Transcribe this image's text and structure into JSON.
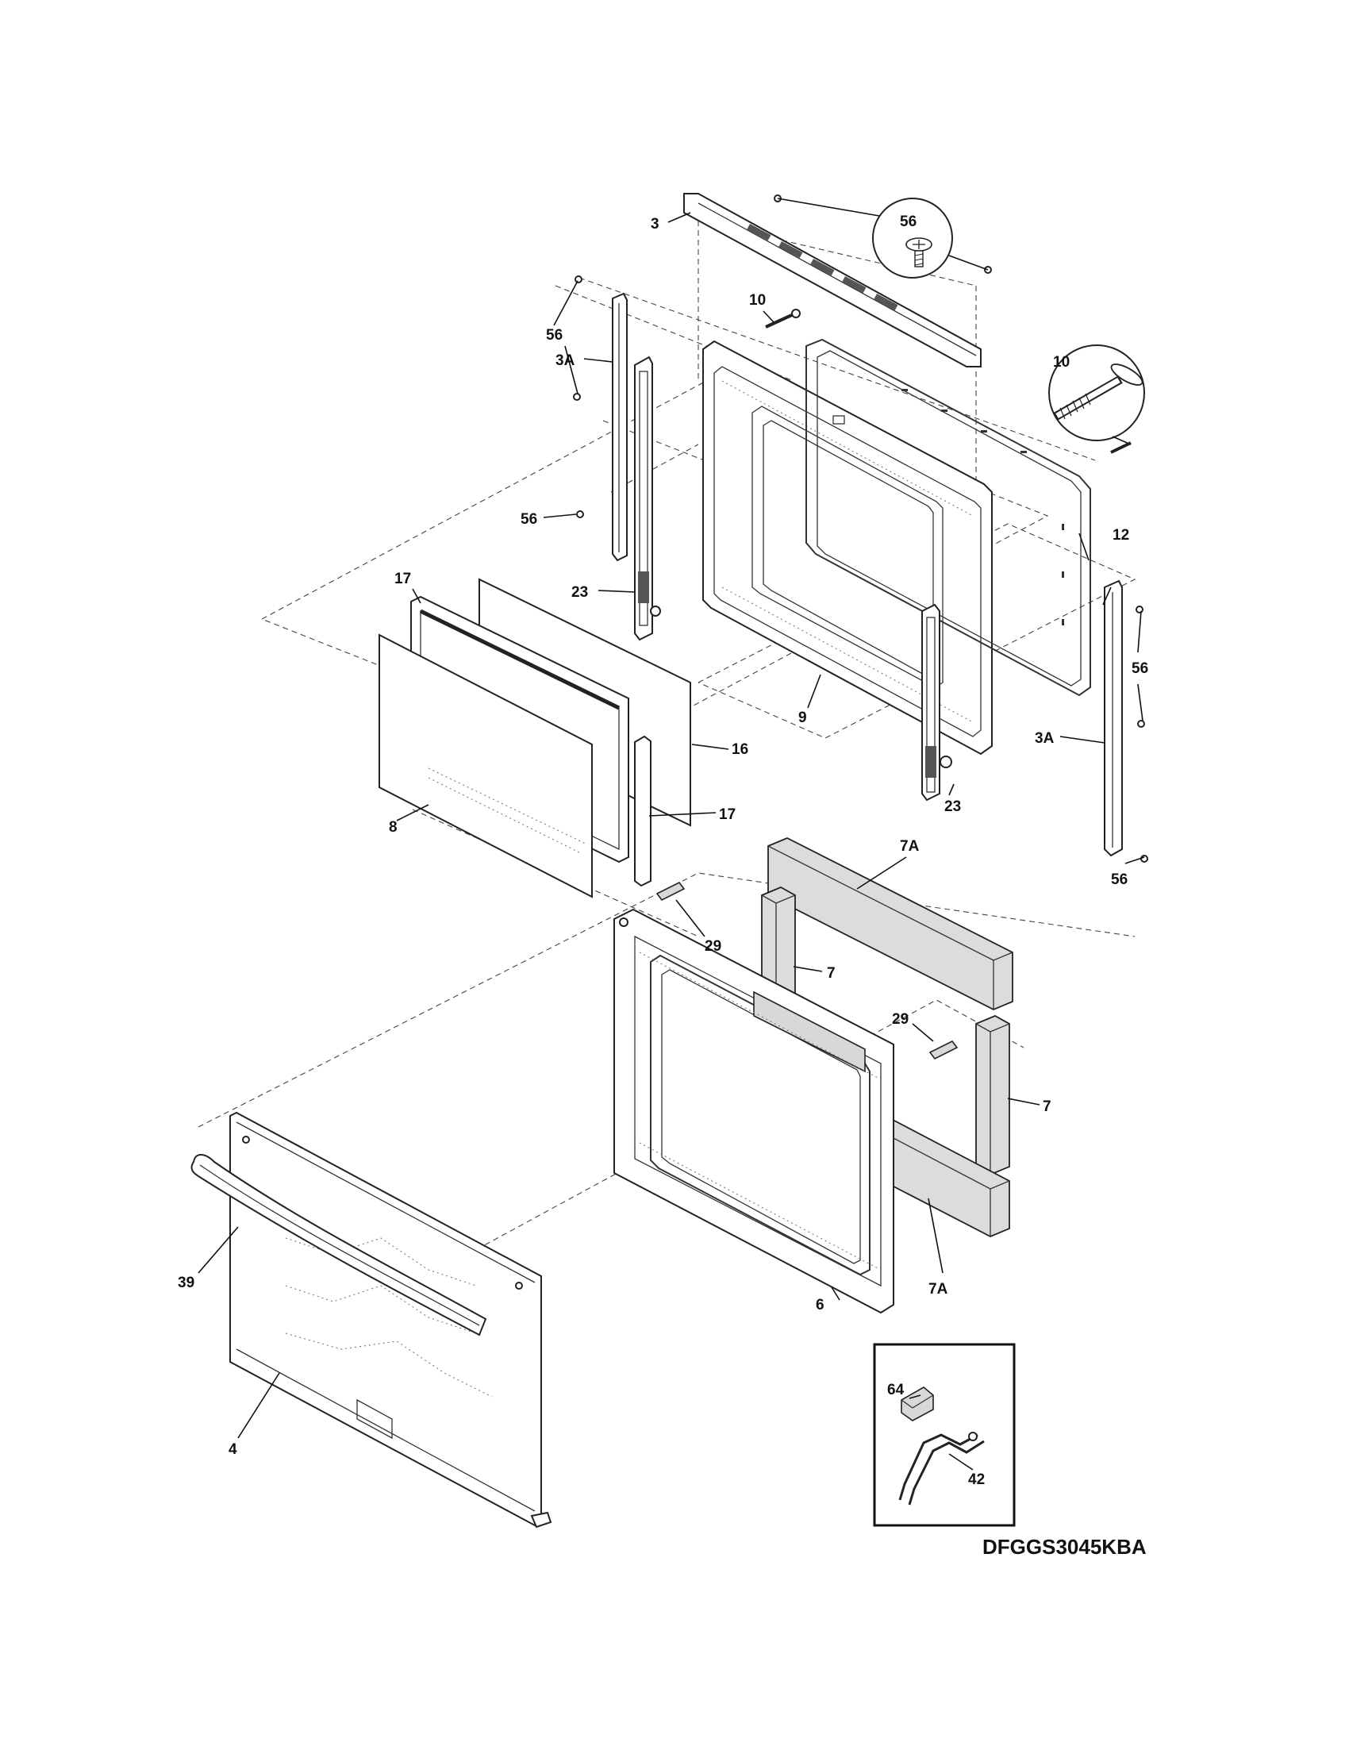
{
  "diagram": {
    "model_code": "DFGGS3045KBA",
    "callouts": {
      "c3": "3",
      "c56_top": "56",
      "c10_left": "10",
      "c10_zoom": "10",
      "c56_left_top": "56",
      "c3A_left": "3A",
      "c56_left_mid": "56",
      "c12": "12",
      "c17_top": "17",
      "c23_left": "23",
      "c9": "9",
      "c56_right_mid": "56",
      "c3A_right": "3A",
      "c16": "16",
      "c17_bottom": "17",
      "c23_right": "23",
      "c8": "8",
      "c56_right_bottom": "56",
      "c7A_top": "7A",
      "c29_left": "29",
      "c7_left": "7",
      "c29_right": "29",
      "c7_right": "7",
      "c39": "39",
      "c7A_bottom": "7A",
      "c6": "6",
      "c64": "64",
      "c42": "42",
      "c4": "4"
    }
  }
}
